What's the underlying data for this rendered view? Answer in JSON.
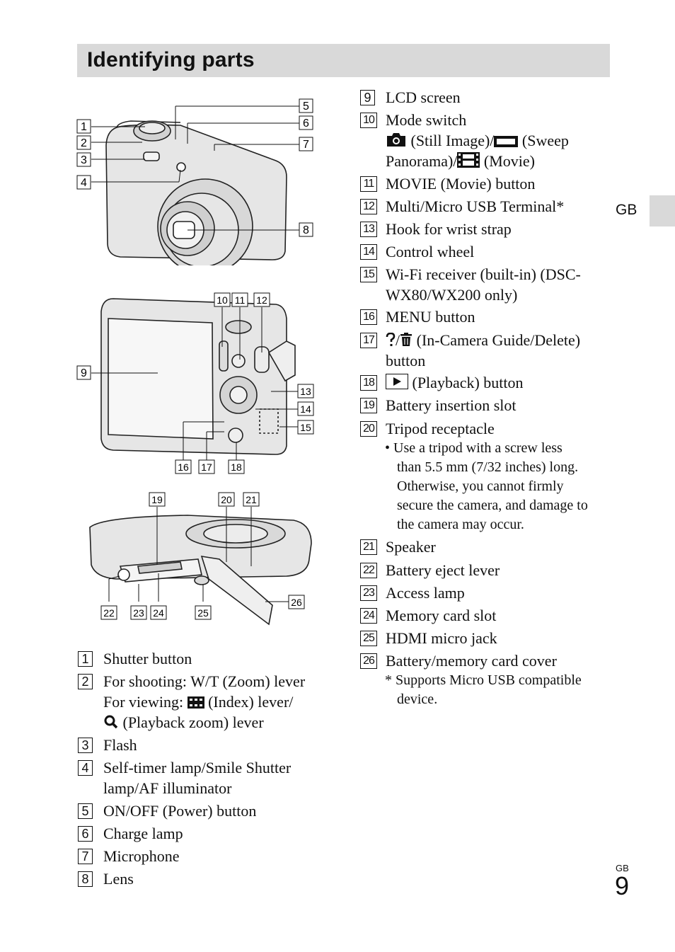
{
  "page": {
    "title": "Identifying parts",
    "side_label": "GB",
    "footer_gb": "GB",
    "page_number": "9"
  },
  "left_list": [
    {
      "n": "1",
      "lines": [
        "Shutter button"
      ]
    },
    {
      "n": "2",
      "lines": [
        "For shooting: W/T (Zoom) lever",
        "For viewing: ",
        "(Playback zoom) lever"
      ],
      "index_text": "(Index) lever/"
    },
    {
      "n": "3",
      "lines": [
        "Flash"
      ]
    },
    {
      "n": "4",
      "lines": [
        "Self-timer lamp/Smile Shutter",
        "lamp/AF illuminator"
      ]
    },
    {
      "n": "5",
      "lines": [
        "ON/OFF (Power) button"
      ]
    },
    {
      "n": "6",
      "lines": [
        "Charge lamp"
      ]
    },
    {
      "n": "7",
      "lines": [
        "Microphone"
      ]
    },
    {
      "n": "8",
      "lines": [
        "Lens"
      ]
    }
  ],
  "right_list": [
    {
      "n": "9",
      "lines": [
        "LCD screen"
      ]
    },
    {
      "n": "10",
      "lines": [
        "Mode switch"
      ],
      "mode_line1a": "(Still Image)/",
      "mode_line1b": "(Sweep",
      "mode_line2a": "Panorama)/",
      "mode_line2b": "(Movie)"
    },
    {
      "n": "11",
      "lines": [
        "MOVIE (Movie) button"
      ]
    },
    {
      "n": "12",
      "lines": [
        "Multi/Micro USB Terminal*"
      ]
    },
    {
      "n": "13",
      "lines": [
        "Hook for wrist strap"
      ]
    },
    {
      "n": "14",
      "lines": [
        "Control wheel"
      ]
    },
    {
      "n": "15",
      "lines": [
        "Wi-Fi receiver (built-in) (DSC-",
        "WX80/WX200 only)"
      ]
    },
    {
      "n": "16",
      "lines": [
        "MENU button"
      ]
    },
    {
      "n": "17",
      "lines": [
        "(In-Camera Guide/Delete)",
        "button"
      ]
    },
    {
      "n": "18",
      "lines": [
        "(Playback) button"
      ]
    },
    {
      "n": "19",
      "lines": [
        "Battery insertion slot"
      ]
    },
    {
      "n": "20",
      "lines": [
        "Tripod receptacle"
      ]
    },
    {
      "n": "21",
      "lines": [
        "Speaker"
      ]
    },
    {
      "n": "22",
      "lines": [
        "Battery eject lever"
      ]
    },
    {
      "n": "23",
      "lines": [
        "Access lamp"
      ]
    },
    {
      "n": "24",
      "lines": [
        "Memory card slot"
      ]
    },
    {
      "n": "25",
      "lines": [
        "HDMI micro jack"
      ]
    },
    {
      "n": "26",
      "lines": [
        "Battery/memory card cover"
      ]
    }
  ],
  "tripod_note": [
    "• Use a tripod with a screw less",
    "than 5.5 mm (7/32 inches) long.",
    "Otherwise, you cannot firmly",
    "secure the camera, and damage to",
    "the camera may occur."
  ],
  "footnote": [
    "* Supports Micro USB compatible",
    "device."
  ],
  "icons": {
    "index": "grid-index-icon",
    "zoom": "magnifier-icon",
    "still": "camera-icon",
    "panorama": "panorama-icon",
    "movie": "film-icon",
    "guide": "question-icon",
    "delete": "trash-icon",
    "playback": "play-icon"
  },
  "diagram_callouts": {
    "front": [
      "1",
      "2",
      "3",
      "4",
      "5",
      "6",
      "7",
      "8"
    ],
    "back": [
      "9",
      "10",
      "11",
      "12",
      "13",
      "14",
      "15",
      "16",
      "17",
      "18"
    ],
    "bottom": [
      "19",
      "20",
      "21",
      "22",
      "23",
      "24",
      "25",
      "26"
    ]
  }
}
